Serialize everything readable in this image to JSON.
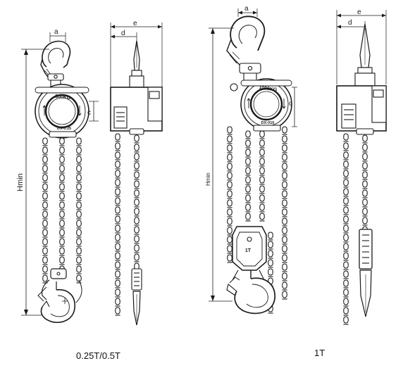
{
  "labels": {
    "a": "a",
    "d": "d",
    "e": "e",
    "c": "c",
    "hmin": "Hmin",
    "plate_left": "500KG",
    "code_left": "DX-0.25",
    "plate_right": "1000KG",
    "code_right": "DX-010",
    "hook_block_right": "1T"
  },
  "captions": {
    "left": "0.25T/0.5T",
    "right": "1T"
  },
  "colors": {
    "line": "#1a1a1a",
    "background": "#ffffff"
  }
}
